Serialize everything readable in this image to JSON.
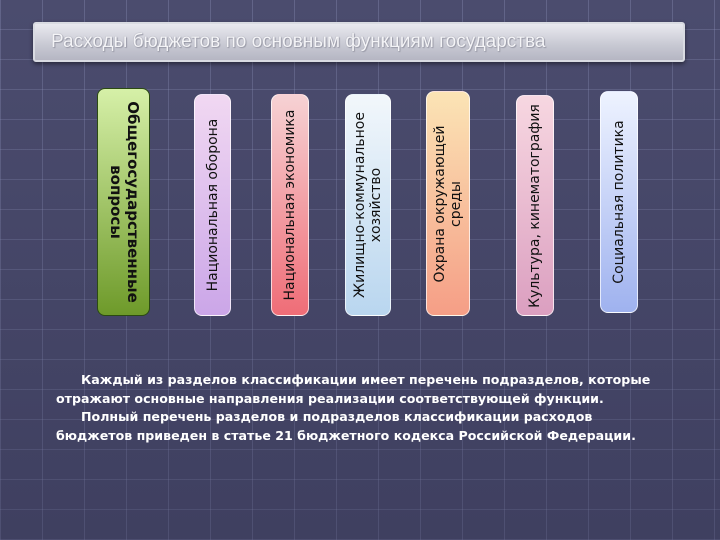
{
  "slide": {
    "title": "Расходы бюджетов по основным функциям государства"
  },
  "functions": [
    {
      "lines": [
        "Общегосударственные",
        "вопросы"
      ],
      "color_top": "#d6f0a8",
      "color_bottom": "#6e9a2a"
    },
    {
      "lines": [
        "Национальная оборона"
      ],
      "color_top": "#f1d8f2",
      "color_bottom": "#cba6e8"
    },
    {
      "lines": [
        "Национальная экономика"
      ],
      "color_top": "#f6d2d4",
      "color_bottom": "#ef6d77"
    },
    {
      "lines": [
        "Жилищно-коммунальное",
        "хозяйство"
      ],
      "color_top": "#f2f7fb",
      "color_bottom": "#b9d6ef"
    },
    {
      "lines": [
        "Охрана окружающей",
        "среды"
      ],
      "color_top": "#fbe4b5",
      "color_bottom": "#f59e86"
    },
    {
      "lines": [
        "Культура, кинематография"
      ],
      "color_top": "#f7d7e1",
      "color_bottom": "#db9fc0"
    },
    {
      "lines": [
        "Социальная политика"
      ],
      "color_top": "#eef3ff",
      "color_bottom": "#9fb2ef"
    }
  ],
  "description": {
    "paragraph1": [
      "Каждый из разделов классификации имеет перечень подразделов, которые",
      "отражают основные направления реализации соответствующей функции."
    ],
    "paragraph2": [
      "Полный перечень разделов и подразделов классификации расходов",
      "бюджетов приведен в статье 21 бюджетного кодекса Российской Федерации."
    ]
  }
}
